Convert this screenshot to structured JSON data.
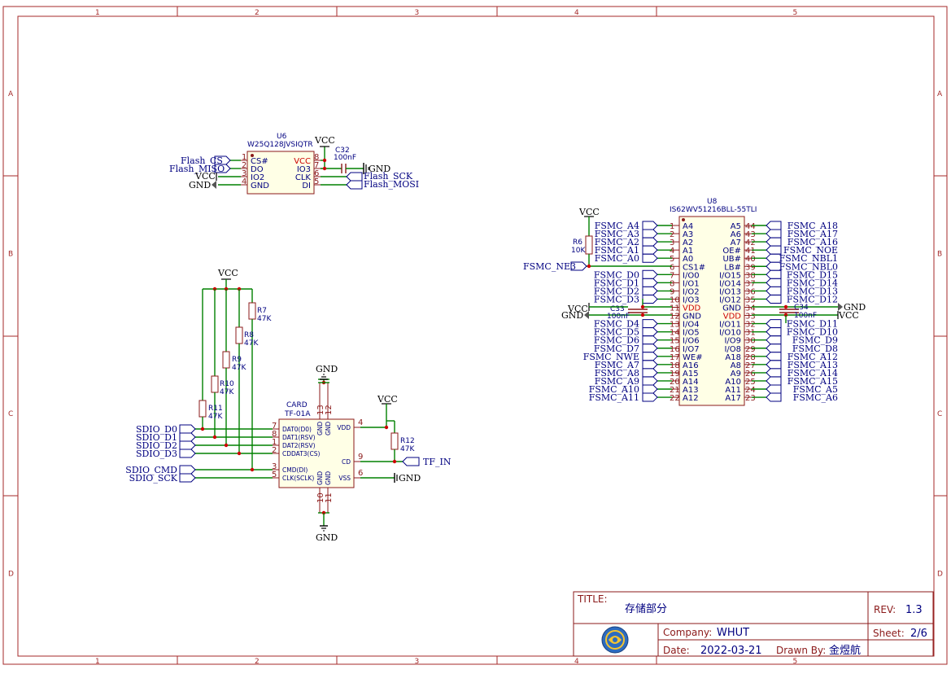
{
  "frame": {
    "columns": [
      "1",
      "2",
      "3",
      "4",
      "5"
    ],
    "rows": [
      "A",
      "B",
      "C",
      "D"
    ]
  },
  "power": {
    "vcc": "VCC",
    "gnd": "GND"
  },
  "u6": {
    "ref": "U6",
    "value": "W25Q128JVSIQTR",
    "pins_left": [
      {
        "num": "1",
        "name": "CS#"
      },
      {
        "num": "2",
        "name": "DO"
      },
      {
        "num": "3",
        "name": "IO2"
      },
      {
        "num": "4",
        "name": "GND"
      }
    ],
    "pins_right": [
      {
        "num": "8",
        "name": "VCC"
      },
      {
        "num": "7",
        "name": "IO3"
      },
      {
        "num": "6",
        "name": "CLK"
      },
      {
        "num": "5",
        "name": "DI"
      }
    ],
    "net_cs": "Flash_CS",
    "net_miso": "Flash_MISO",
    "net_sck": "Flash_SCK",
    "net_mosi": "Flash_MOSI"
  },
  "c32": {
    "ref": "C32",
    "value": "100nF"
  },
  "u8": {
    "ref": "U8",
    "value": "IS62WV51216BLL-55TLI",
    "left_pins": [
      {
        "num": "1",
        "name": "A4",
        "net": "FSMC_A4"
      },
      {
        "num": "2",
        "name": "A3",
        "net": "FSMC_A3"
      },
      {
        "num": "3",
        "name": "A2",
        "net": "FSMC_A2"
      },
      {
        "num": "4",
        "name": "A1",
        "net": "FSMC_A1"
      },
      {
        "num": "5",
        "name": "A0",
        "net": "FSMC_A0"
      },
      {
        "num": "6",
        "name": "CS1#",
        "net": ""
      },
      {
        "num": "7",
        "name": "I/O0",
        "net": "FSMC_D0"
      },
      {
        "num": "8",
        "name": "I/O1",
        "net": "FSMC_D1"
      },
      {
        "num": "9",
        "name": "I/O2",
        "net": "FSMC_D2"
      },
      {
        "num": "10",
        "name": "I/O3",
        "net": "FSMC_D3"
      },
      {
        "num": "11",
        "name": "VDD",
        "net": ""
      },
      {
        "num": "12",
        "name": "GND",
        "net": ""
      },
      {
        "num": "13",
        "name": "I/O4",
        "net": "FSMC_D4"
      },
      {
        "num": "14",
        "name": "I/O5",
        "net": "FSMC_D5"
      },
      {
        "num": "15",
        "name": "I/O6",
        "net": "FSMC_D6"
      },
      {
        "num": "16",
        "name": "I/O7",
        "net": "FSMC_D7"
      },
      {
        "num": "17",
        "name": "WE#",
        "net": "FSMC_NWE"
      },
      {
        "num": "18",
        "name": "A16",
        "net": "FSMC_A7"
      },
      {
        "num": "19",
        "name": "A15",
        "net": "FSMC_A8"
      },
      {
        "num": "20",
        "name": "A14",
        "net": "FSMC_A9"
      },
      {
        "num": "21",
        "name": "A13",
        "net": "FSMC_A10"
      },
      {
        "num": "22",
        "name": "A12",
        "net": "FSMC_A11"
      }
    ],
    "right_pins": [
      {
        "num": "44",
        "name": "A5",
        "net": "FSMC_A18"
      },
      {
        "num": "43",
        "name": "A6",
        "net": "FSMC_A17"
      },
      {
        "num": "42",
        "name": "A7",
        "net": "FSMC_A16"
      },
      {
        "num": "41",
        "name": "OE#",
        "net": "FSMC_NOE"
      },
      {
        "num": "40",
        "name": "UB#",
        "net": "FSMC_NBL1"
      },
      {
        "num": "39",
        "name": "LB#",
        "net": "FSMC_NBL0"
      },
      {
        "num": "38",
        "name": "I/O15",
        "net": "FSMC_D15"
      },
      {
        "num": "37",
        "name": "I/O14",
        "net": "FSMC_D14"
      },
      {
        "num": "36",
        "name": "I/O13",
        "net": "FSMC_D13"
      },
      {
        "num": "35",
        "name": "I/O12",
        "net": "FSMC_D12"
      },
      {
        "num": "34",
        "name": "GND",
        "net": ""
      },
      {
        "num": "33",
        "name": "VDD",
        "net": ""
      },
      {
        "num": "32",
        "name": "I/O11",
        "net": "FSMC_D11"
      },
      {
        "num": "31",
        "name": "I/O10",
        "net": "FSMC_D10"
      },
      {
        "num": "30",
        "name": "I/O9",
        "net": "FSMC_D9"
      },
      {
        "num": "29",
        "name": "I/O8",
        "net": "FSMC_D8"
      },
      {
        "num": "28",
        "name": "A18",
        "net": "FSMC_A12"
      },
      {
        "num": "27",
        "name": "A8",
        "net": "FSMC_A13"
      },
      {
        "num": "26",
        "name": "A9",
        "net": "FSMC_A14"
      },
      {
        "num": "25",
        "name": "A10",
        "net": "FSMC_A15"
      },
      {
        "num": "24",
        "name": "A11",
        "net": "FSMC_A5"
      },
      {
        "num": "23",
        "name": "A17",
        "net": "FSMC_A6"
      }
    ],
    "net_ne3": "FSMC_NE3"
  },
  "r6": {
    "ref": "R6",
    "value": "10K"
  },
  "c33": {
    "ref": "C33",
    "value": "100nF"
  },
  "c34": {
    "ref": "C34",
    "value": "100nF"
  },
  "card": {
    "ref": "CARD",
    "value": "TF-01A",
    "left_pins": [
      {
        "num": "7",
        "name": "DAT0(D0)",
        "net": "SDIO_D0"
      },
      {
        "num": "8",
        "name": "DAT1(RSV)",
        "net": "SDIO_D1"
      },
      {
        "num": "1",
        "name": "DAT2(RSV)",
        "net": "SDIO_D2"
      },
      {
        "num": "2",
        "name": "CDDAT3(CS)",
        "net": "SDIO_D3"
      },
      {
        "num": "3",
        "name": "CMD(DI)",
        "net": "SDIO_CMD"
      },
      {
        "num": "5",
        "name": "CLK(SCLK)",
        "net": "SDIO_SCK"
      }
    ],
    "right_pins": [
      {
        "num": "4",
        "name": "VDD"
      },
      {
        "num": "9",
        "name": "CD"
      },
      {
        "num": "6",
        "name": "VSS"
      }
    ],
    "top_pins": [
      {
        "num": "13",
        "name": "GND"
      },
      {
        "num": "12",
        "name": "GND"
      }
    ],
    "bottom_pins": [
      {
        "num": "10",
        "name": "GND"
      },
      {
        "num": "11",
        "name": "GND"
      }
    ],
    "net_tf_in": "TF_IN"
  },
  "resistors": [
    {
      "ref": "R7",
      "value": "47K"
    },
    {
      "ref": "R8",
      "value": "47K"
    },
    {
      "ref": "R9",
      "value": "47K"
    },
    {
      "ref": "R10",
      "value": "47K"
    },
    {
      "ref": "R11",
      "value": "47K"
    },
    {
      "ref": "R12",
      "value": "47K"
    }
  ],
  "title_block": {
    "title_label": "TITLE:",
    "title": "存储部分",
    "rev_label": "REV:",
    "rev": "1.3",
    "company_label": "Company:",
    "company": "WHUT",
    "sheet_label": "Sheet:",
    "sheet": "2/6",
    "date_label": "Date:",
    "date": "2022-03-21",
    "drawn_label": "Drawn By:",
    "drawn_by": "金煜航",
    "logo": "whut-logo"
  }
}
